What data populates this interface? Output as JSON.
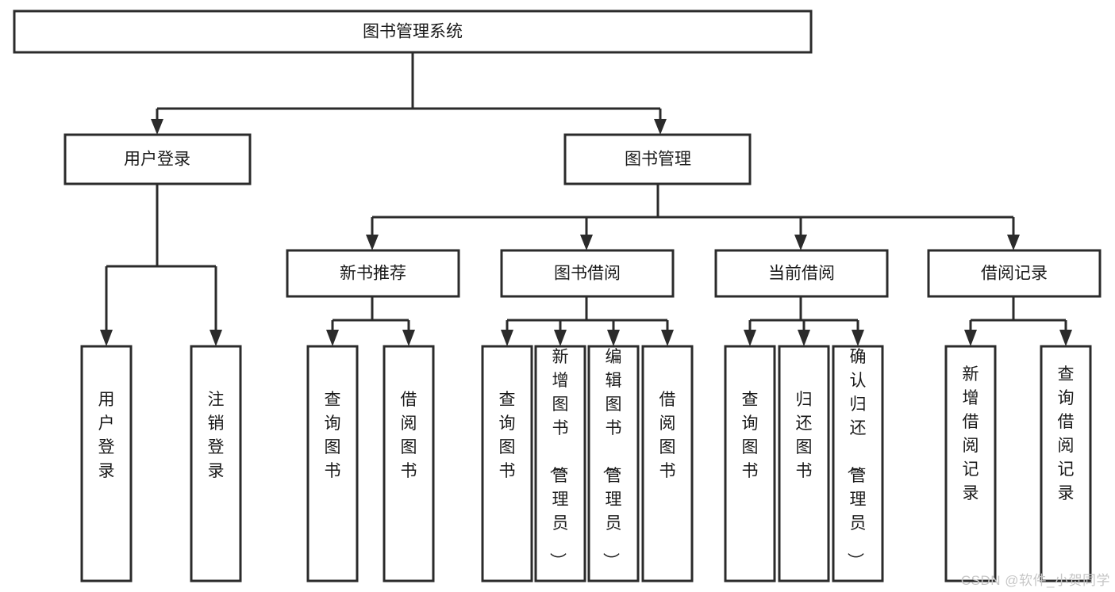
{
  "diagram": {
    "type": "tree",
    "title": "图书管理系统",
    "orientation": "top-down",
    "colors": {
      "box_stroke": "#2b2b2b",
      "box_fill": "#ffffff",
      "text": "#1a1a1a",
      "background": "#ffffff",
      "watermark": "#c6c6c6"
    },
    "root": {
      "label": "图书管理系统",
      "level": 1
    },
    "level2": [
      {
        "label": "用户登录"
      },
      {
        "label": "图书管理"
      }
    ],
    "level3": [
      {
        "label": "新书推荐"
      },
      {
        "label": "图书借阅"
      },
      {
        "label": "当前借阅"
      },
      {
        "label": "借阅记录"
      }
    ],
    "leaves": {
      "user_login": [
        {
          "label": "用户登录"
        },
        {
          "label": "注销登录"
        }
      ],
      "new_book_recommend": [
        {
          "label": "查询图书"
        },
        {
          "label": "借阅图书"
        }
      ],
      "book_borrow": [
        {
          "label": "查询图书"
        },
        {
          "label": "新增图书（管理员）"
        },
        {
          "label": "编辑图书（管理员）"
        },
        {
          "label": "借阅图书"
        }
      ],
      "current_borrow": [
        {
          "label": "查询图书"
        },
        {
          "label": "归还图书"
        },
        {
          "label": "确认归还（管理员）"
        }
      ],
      "borrow_record": [
        {
          "label": "新增借阅记录"
        },
        {
          "label": "查询借阅记录"
        }
      ]
    }
  },
  "watermark": {
    "text": "CSDN @软件_小贺同学"
  }
}
